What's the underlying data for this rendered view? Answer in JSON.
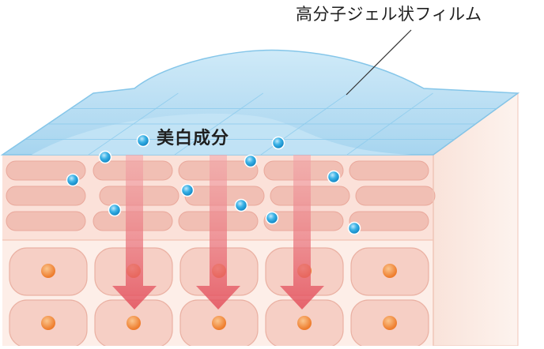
{
  "labels": {
    "film": "高分子ジェル状フィルム",
    "active_ingredient": "美白成分"
  },
  "colors": {
    "film": "#a9d7f1",
    "film_edge": "#7fc3e8",
    "skin_side": "#f7d9cf",
    "skin_front": "#fdeee8",
    "cell": "#f1bfb4",
    "cell_nucleus": "#f28b3e",
    "ingredient_dot": "#2fa8e0",
    "arrow": "#e9656f"
  },
  "icons": {
    "ingredient": "blue-dot",
    "penetration": "down-arrow"
  }
}
